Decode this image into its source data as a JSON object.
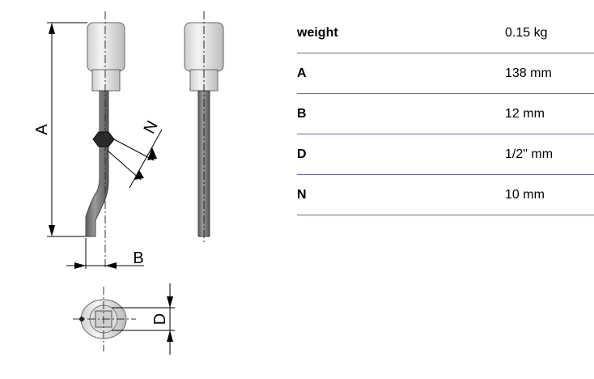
{
  "drawing": {
    "dim_labels": {
      "a": "A",
      "b": "B",
      "d": "D",
      "n": "N"
    }
  },
  "specs": [
    {
      "key": "weight",
      "value": "0.15 kg"
    },
    {
      "key": "A",
      "value": "138 mm"
    },
    {
      "key": "B",
      "value": "12 mm"
    },
    {
      "key": "D",
      "value": "1/2\" mm"
    },
    {
      "key": "N",
      "value": "10 mm"
    }
  ],
  "colors": {
    "rule": "#6a6a9c",
    "metal": "#7a7a7a",
    "socket": "#e6e6e6"
  }
}
